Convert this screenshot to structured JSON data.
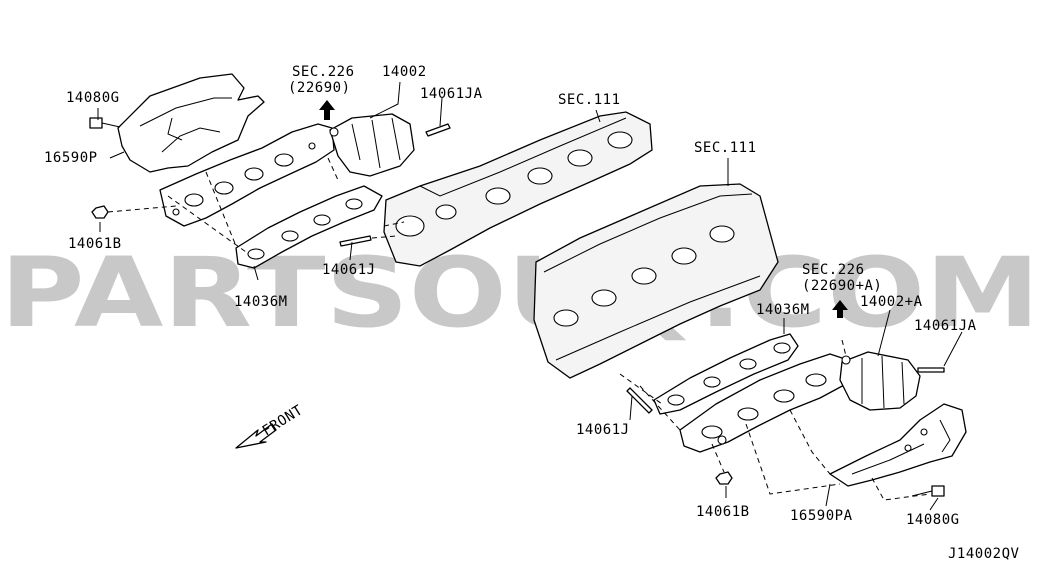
{
  "watermark": "PARTSOUQ.COM",
  "labels": {
    "l_14080g_top": "14080G",
    "l_16590p": "16590P",
    "l_14061b_top": "14061B",
    "l_sec226_top": "SEC.226",
    "l_22690_top": "(22690)",
    "l_14002": "14002",
    "l_14061ja_top": "14061JA",
    "l_sec111_a": "SEC.111",
    "l_sec111_b": "SEC.111",
    "l_14061j_top": "14061J",
    "l_14036m_top": "14036M",
    "l_sec226_bot": "SEC.226",
    "l_22690a_bot": "(22690+A)",
    "l_14002a": "14002+A",
    "l_14036m_bot": "14036M",
    "l_14061ja_bot": "14061JA",
    "l_14061j_bot": "14061J",
    "l_14061b_bot": "14061B",
    "l_16590pa": "16590PA",
    "l_14080g_bot": "14080G",
    "l_front": "FRONT",
    "l_diagram_id": "J14002QV"
  }
}
